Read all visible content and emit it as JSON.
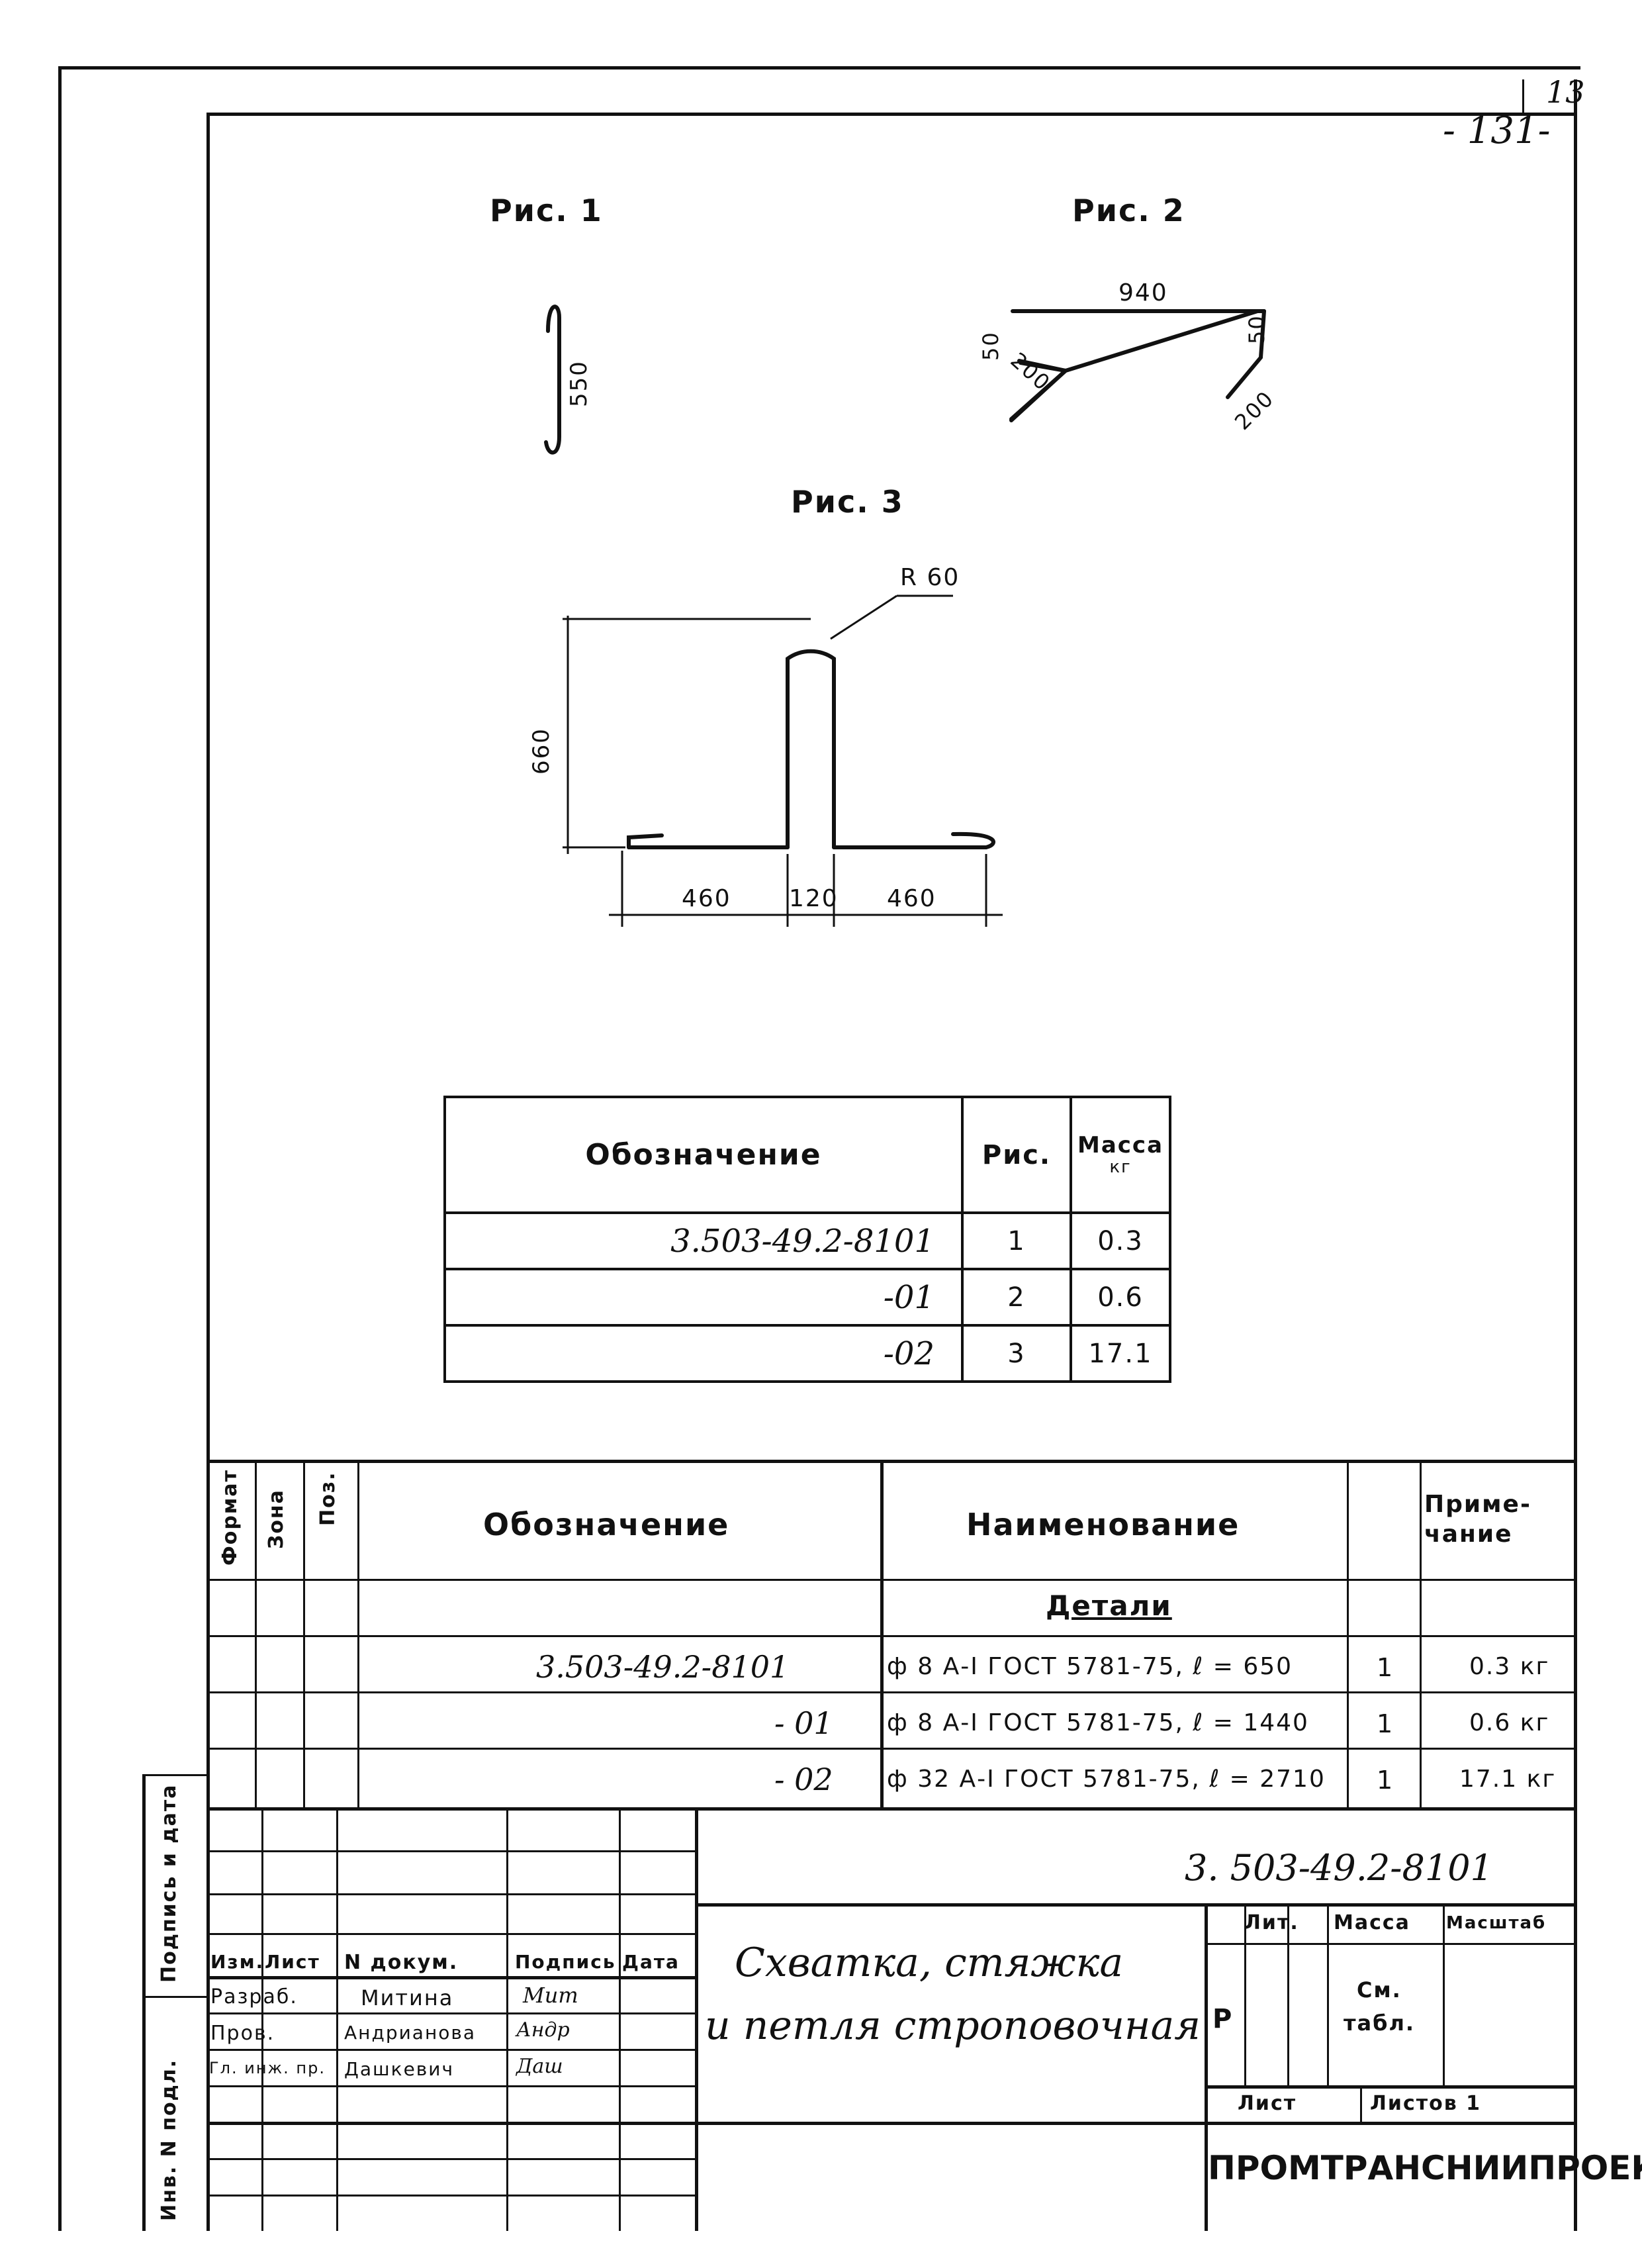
{
  "sheet_number_top": "13",
  "page_number": "- 131-",
  "figures": {
    "fig1": {
      "label": "Рис. 1",
      "dim": "550"
    },
    "fig2": {
      "label": "Рис. 2",
      "dim_top": "940",
      "dim_left_short": "50",
      "dim_left_diag": "200",
      "dim_right_short": "50",
      "dim_right_diag": "200"
    },
    "fig3": {
      "label": "Рис. 3",
      "radius": "R 60",
      "height": "660",
      "left": "460",
      "middle": "120",
      "right": "460"
    }
  },
  "mass_table": {
    "headers": {
      "designation": "Обозначение",
      "fig": "Рис.",
      "mass": "Масса",
      "mass_unit": "кг"
    },
    "rows": [
      {
        "designation": "3.503-49.2-8101",
        "fig": "1",
        "mass": "0.3"
      },
      {
        "designation": "-01",
        "fig": "2",
        "mass": "0.6"
      },
      {
        "designation": "-02",
        "fig": "3",
        "mass": "17.1"
      }
    ]
  },
  "spec_table": {
    "headers": {
      "format": "Формат",
      "zone": "Зона",
      "pos": "Поз.",
      "designation": "Обозначение",
      "name": "Наименование",
      "note": "Приме-чание"
    },
    "section": "Детали",
    "rows": [
      {
        "designation": "3.503-49.2-8101",
        "name": "ф 8 А-I ГОСТ 5781-75, ℓ = 650",
        "qty": "1",
        "note": "0.3 кг"
      },
      {
        "designation": "- 01",
        "name": "ф 8 А-I ГОСТ 5781-75, ℓ = 1440",
        "qty": "1",
        "note": "0.6 кг"
      },
      {
        "designation": "- 02",
        "name": "ф 32 А-I ГОСТ 5781-75, ℓ = 2710",
        "qty": "1",
        "note": "17.1 кг"
      }
    ]
  },
  "title_block": {
    "doc_code": "3. 503-49.2-8101",
    "title_line1": "Схватка, стяжка",
    "title_line2": "и петля строповочная",
    "col_headers": {
      "izm": "Изм.",
      "list": "Лист",
      "doc": "N докум.",
      "sign": "Подпись",
      "date": "Дата"
    },
    "staff": [
      {
        "role": "Разраб.",
        "name": "Митина",
        "sign": "Мит"
      },
      {
        "role": "Пров.",
        "name": "Андрианова",
        "sign": "Андр"
      },
      {
        "role": "Гл. инж. пр.",
        "name": "Дашкевич",
        "sign": "Даш"
      }
    ],
    "lit_header": "Лит.",
    "mass_header": "Масса",
    "scale_header": "Масштаб",
    "lit_value": "Р",
    "mass_value_1": "См.",
    "mass_value_2": "табл.",
    "sheet_label": "Лист",
    "sheets_label": "Листов 1",
    "org": "ПРОМТРАНСНИИПРОЕКТ"
  },
  "side_stamps": {
    "sign_date": "Подпись и дата",
    "inv_no": "Инв. N подл."
  }
}
